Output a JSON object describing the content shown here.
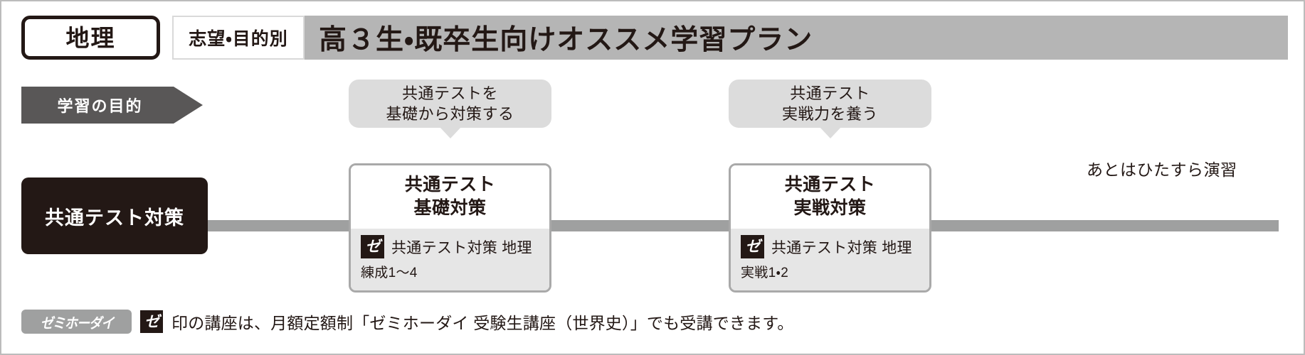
{
  "header": {
    "subject_tag": "地理",
    "kicker": "志望・目的別",
    "title": "高３生・既卒生向けオススメ学習プラン",
    "title_bar_color": "#b5b5b5",
    "subject_border_color": "#231815"
  },
  "purpose": {
    "arrow_label": "学習の目的",
    "arrow_color": "#595757"
  },
  "bubbles": [
    {
      "line1": "共通テストを",
      "line2": "基礎から対策する"
    },
    {
      "line1": "共通テスト",
      "line2": "実戦力を養う"
    }
  ],
  "stage": {
    "label": "共通テスト対策",
    "bg_color": "#231815"
  },
  "timeline": {
    "track_color": "#9fa0a0"
  },
  "cards": [
    {
      "title_line1": "共通テスト",
      "title_line2": "基礎対策",
      "mark": "ゼ",
      "course_name": "共通テスト対策 地理",
      "course_sub": "練成1〜4",
      "body_bg": "#e6e6e6"
    },
    {
      "title_line1": "共通テスト",
      "title_line2": "実戦対策",
      "mark": "ゼ",
      "course_name": "共通テスト対策 地理",
      "course_sub": "実戦1・2",
      "body_bg": "#e6e6e6"
    }
  ],
  "trailing_note": "あとはひたすら演習",
  "footer": {
    "badge_label": "ゼミホーダイ",
    "badge_color": "#9fa0a0",
    "mark": "ゼ",
    "note": "印の講座は、月額定額制「ゼミホーダイ 受験生講座（世界史）」でも受講できます。"
  }
}
